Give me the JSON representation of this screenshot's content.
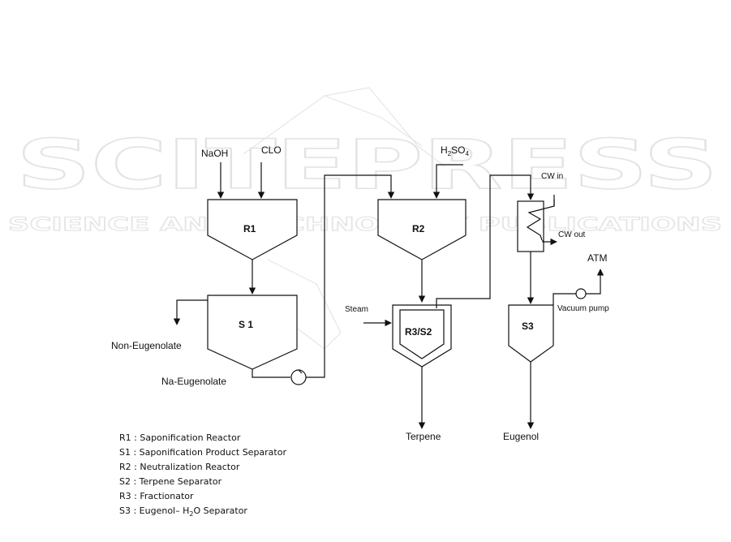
{
  "watermark": {
    "main": "SCITEPRESS",
    "sub": "SCIENCE AND TECHNOLOGY PUBLICATIONS"
  },
  "vessels": {
    "r1": "R1",
    "s1": "S 1",
    "r2": "R2",
    "r3s2": "R3/S2",
    "s3": "S3"
  },
  "streams": {
    "naoh": "NaOH",
    "clo": "CLO",
    "h2so4_base": "H",
    "h2so4_sub": "2",
    "h2so4_rest": "SO",
    "h2so4_sub2": "4",
    "cw_in": "CW in",
    "cw_out": "CW out",
    "atm": "ATM",
    "vacuum_pump": "Vacuum pump",
    "steam": "Steam",
    "non_eugenolate": "Non-Eugenolate",
    "na_eugenolate": "Na-Eugenolate",
    "terpene": "Terpene",
    "eugenol": "Eugenol"
  },
  "legend": [
    "R1 : Saponification Reactor",
    "S1 : Saponification Product Separator",
    "R2 : Neutralization Reactor",
    "S2 : Terpene Separator",
    "R3 : Fractionator"
  ],
  "legend_last": {
    "prefix": "S3 : Eugenol– H",
    "sub": "2",
    "suffix": "O Separator"
  },
  "colors": {
    "line": "#111111",
    "watermark": "#e3e3e3"
  }
}
